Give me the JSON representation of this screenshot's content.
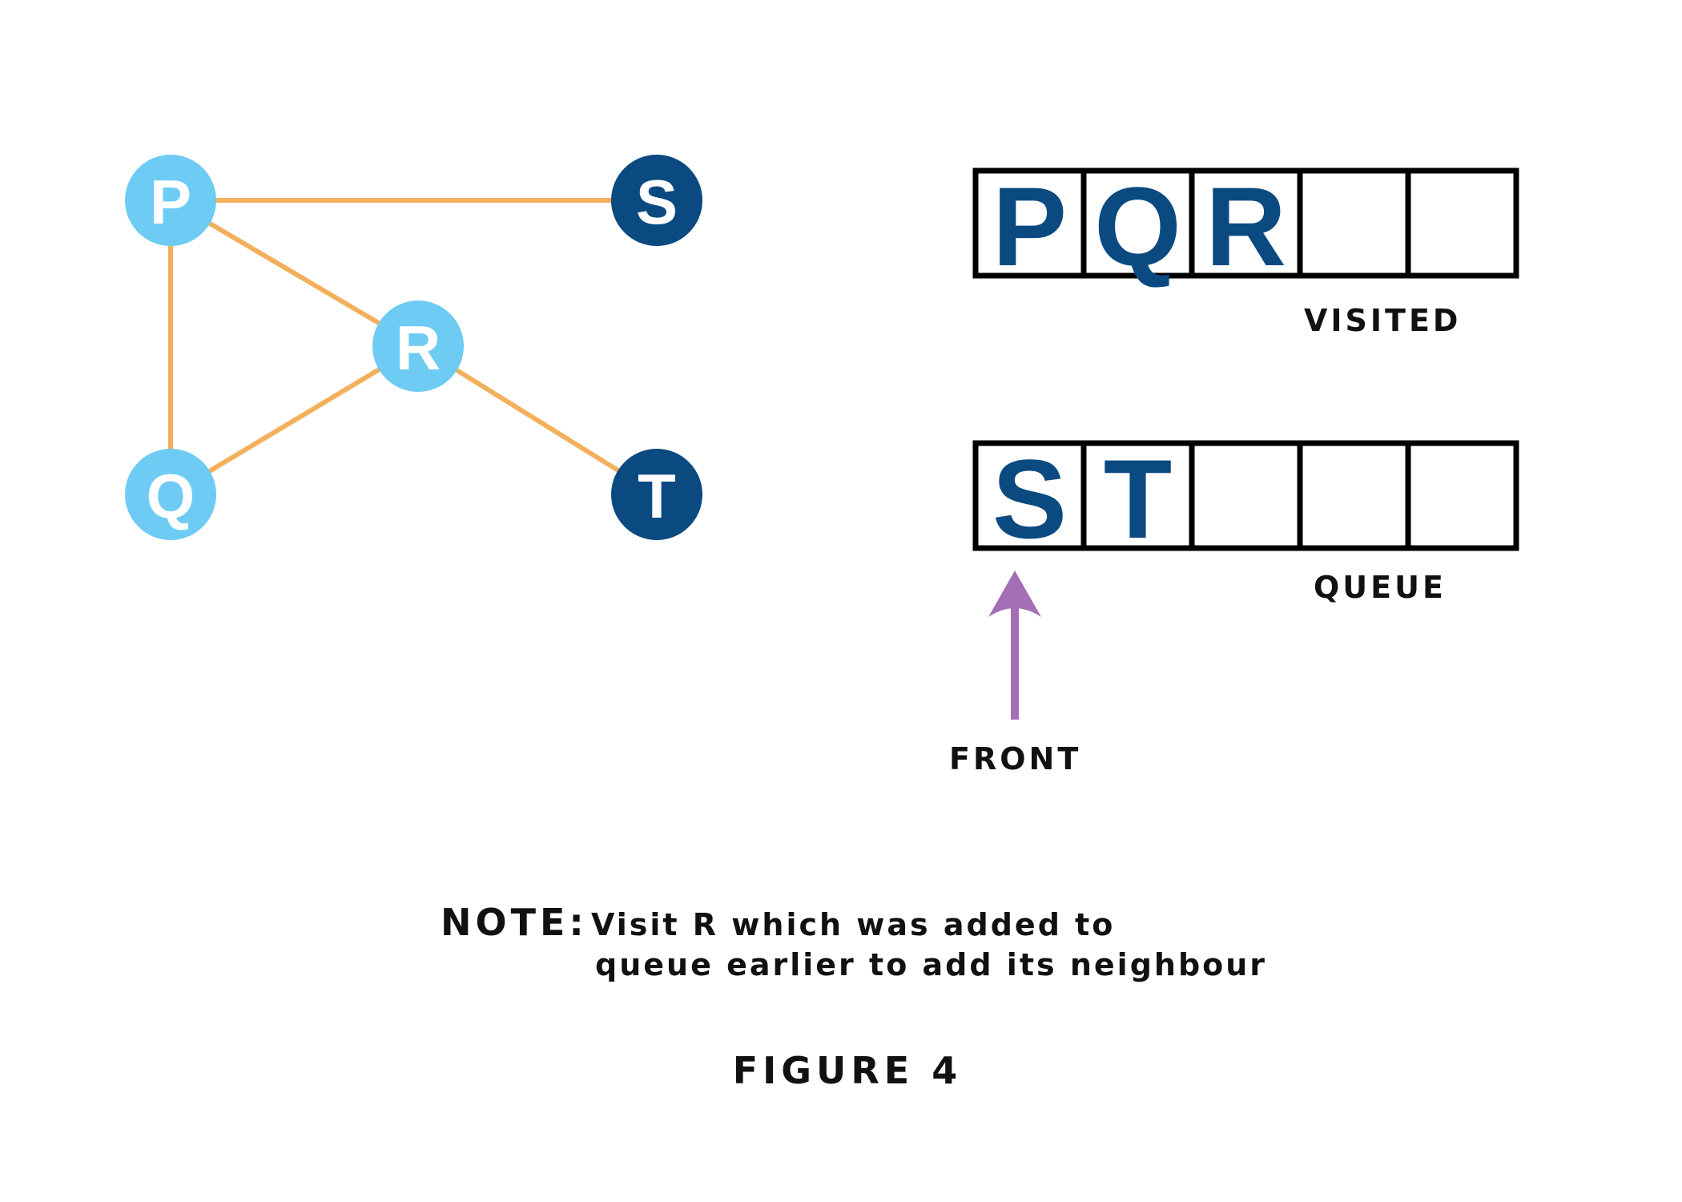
{
  "colors": {
    "visited_node": "#6ecbf4",
    "unvisited_node": "#0b4a80",
    "edge": "#f3b05c",
    "cell_border": "#000000",
    "cell_letter": "#0b4a80",
    "front_arrow": "#a46fb4"
  },
  "graph": {
    "nodes": [
      {
        "id": "P",
        "label": "P",
        "state": "visited"
      },
      {
        "id": "S",
        "label": "S",
        "state": "unvisited"
      },
      {
        "id": "R",
        "label": "R",
        "state": "visited"
      },
      {
        "id": "Q",
        "label": "Q",
        "state": "visited"
      },
      {
        "id": "T",
        "label": "T",
        "state": "unvisited"
      }
    ],
    "edges": [
      {
        "from": "P",
        "to": "S"
      },
      {
        "from": "P",
        "to": "R"
      },
      {
        "from": "P",
        "to": "Q"
      },
      {
        "from": "Q",
        "to": "R"
      },
      {
        "from": "R",
        "to": "T"
      }
    ]
  },
  "visited": {
    "label": "VISITED",
    "cells": [
      "P",
      "Q",
      "R",
      "",
      ""
    ]
  },
  "queue": {
    "label": "QUEUE",
    "cells": [
      "S",
      "T",
      "",
      "",
      ""
    ],
    "front_label": "FRONT"
  },
  "note": {
    "heading": "NOTE:",
    "line1": "Visit R which was added to",
    "line2": "queue earlier to add its neighbour"
  },
  "figure_title": "FIGURE 4"
}
